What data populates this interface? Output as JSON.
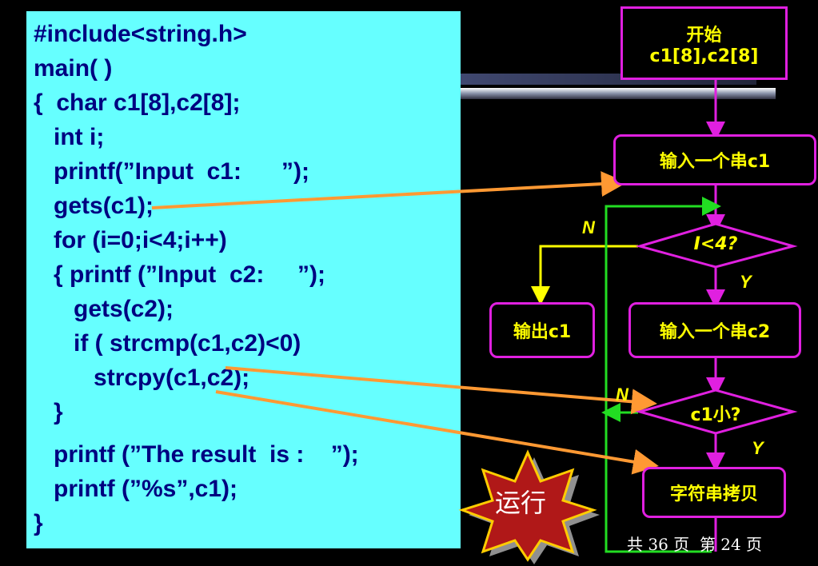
{
  "code": {
    "lines": [
      "#include<string.h>",
      "main( )",
      "{  char c1[8],c2[8];",
      "   int i;",
      "   printf(”Input  c1:      ”);",
      "   gets(c1);",
      "   for (i=0;i<4;i++)",
      "   { printf (”Input  c2:     ”);",
      "      gets(c2);",
      "      if ( strcmp(c1,c2)<0)",
      "         strcpy(c1,c2);",
      "   }",
      "   printf (”The result  is :    ”);",
      "   printf (”%s”,c1);",
      "}"
    ]
  },
  "flowchart": {
    "start_line1": "开始",
    "start_line2": "c1[8],c2[8]",
    "input_c1": "输入一个串c1",
    "cond1": "I<4?",
    "output_c1": "输出c1",
    "input_c2": "输入一个串c2",
    "cond2": "c1小?",
    "copy": "字符串拷贝",
    "label_n1": "N",
    "label_y1": "Y",
    "label_n2": "N",
    "label_y2": "Y"
  },
  "run_button": {
    "label": "运行"
  },
  "footer": {
    "text": "共 36 页  第 24 页"
  },
  "colors": {
    "panel": "#66ffff",
    "code_text": "#000080",
    "box_border": "#e020e0",
    "box_text": "#ffff00",
    "pointer_arrow": "#ff9933",
    "loop_line": "#22dd22"
  }
}
